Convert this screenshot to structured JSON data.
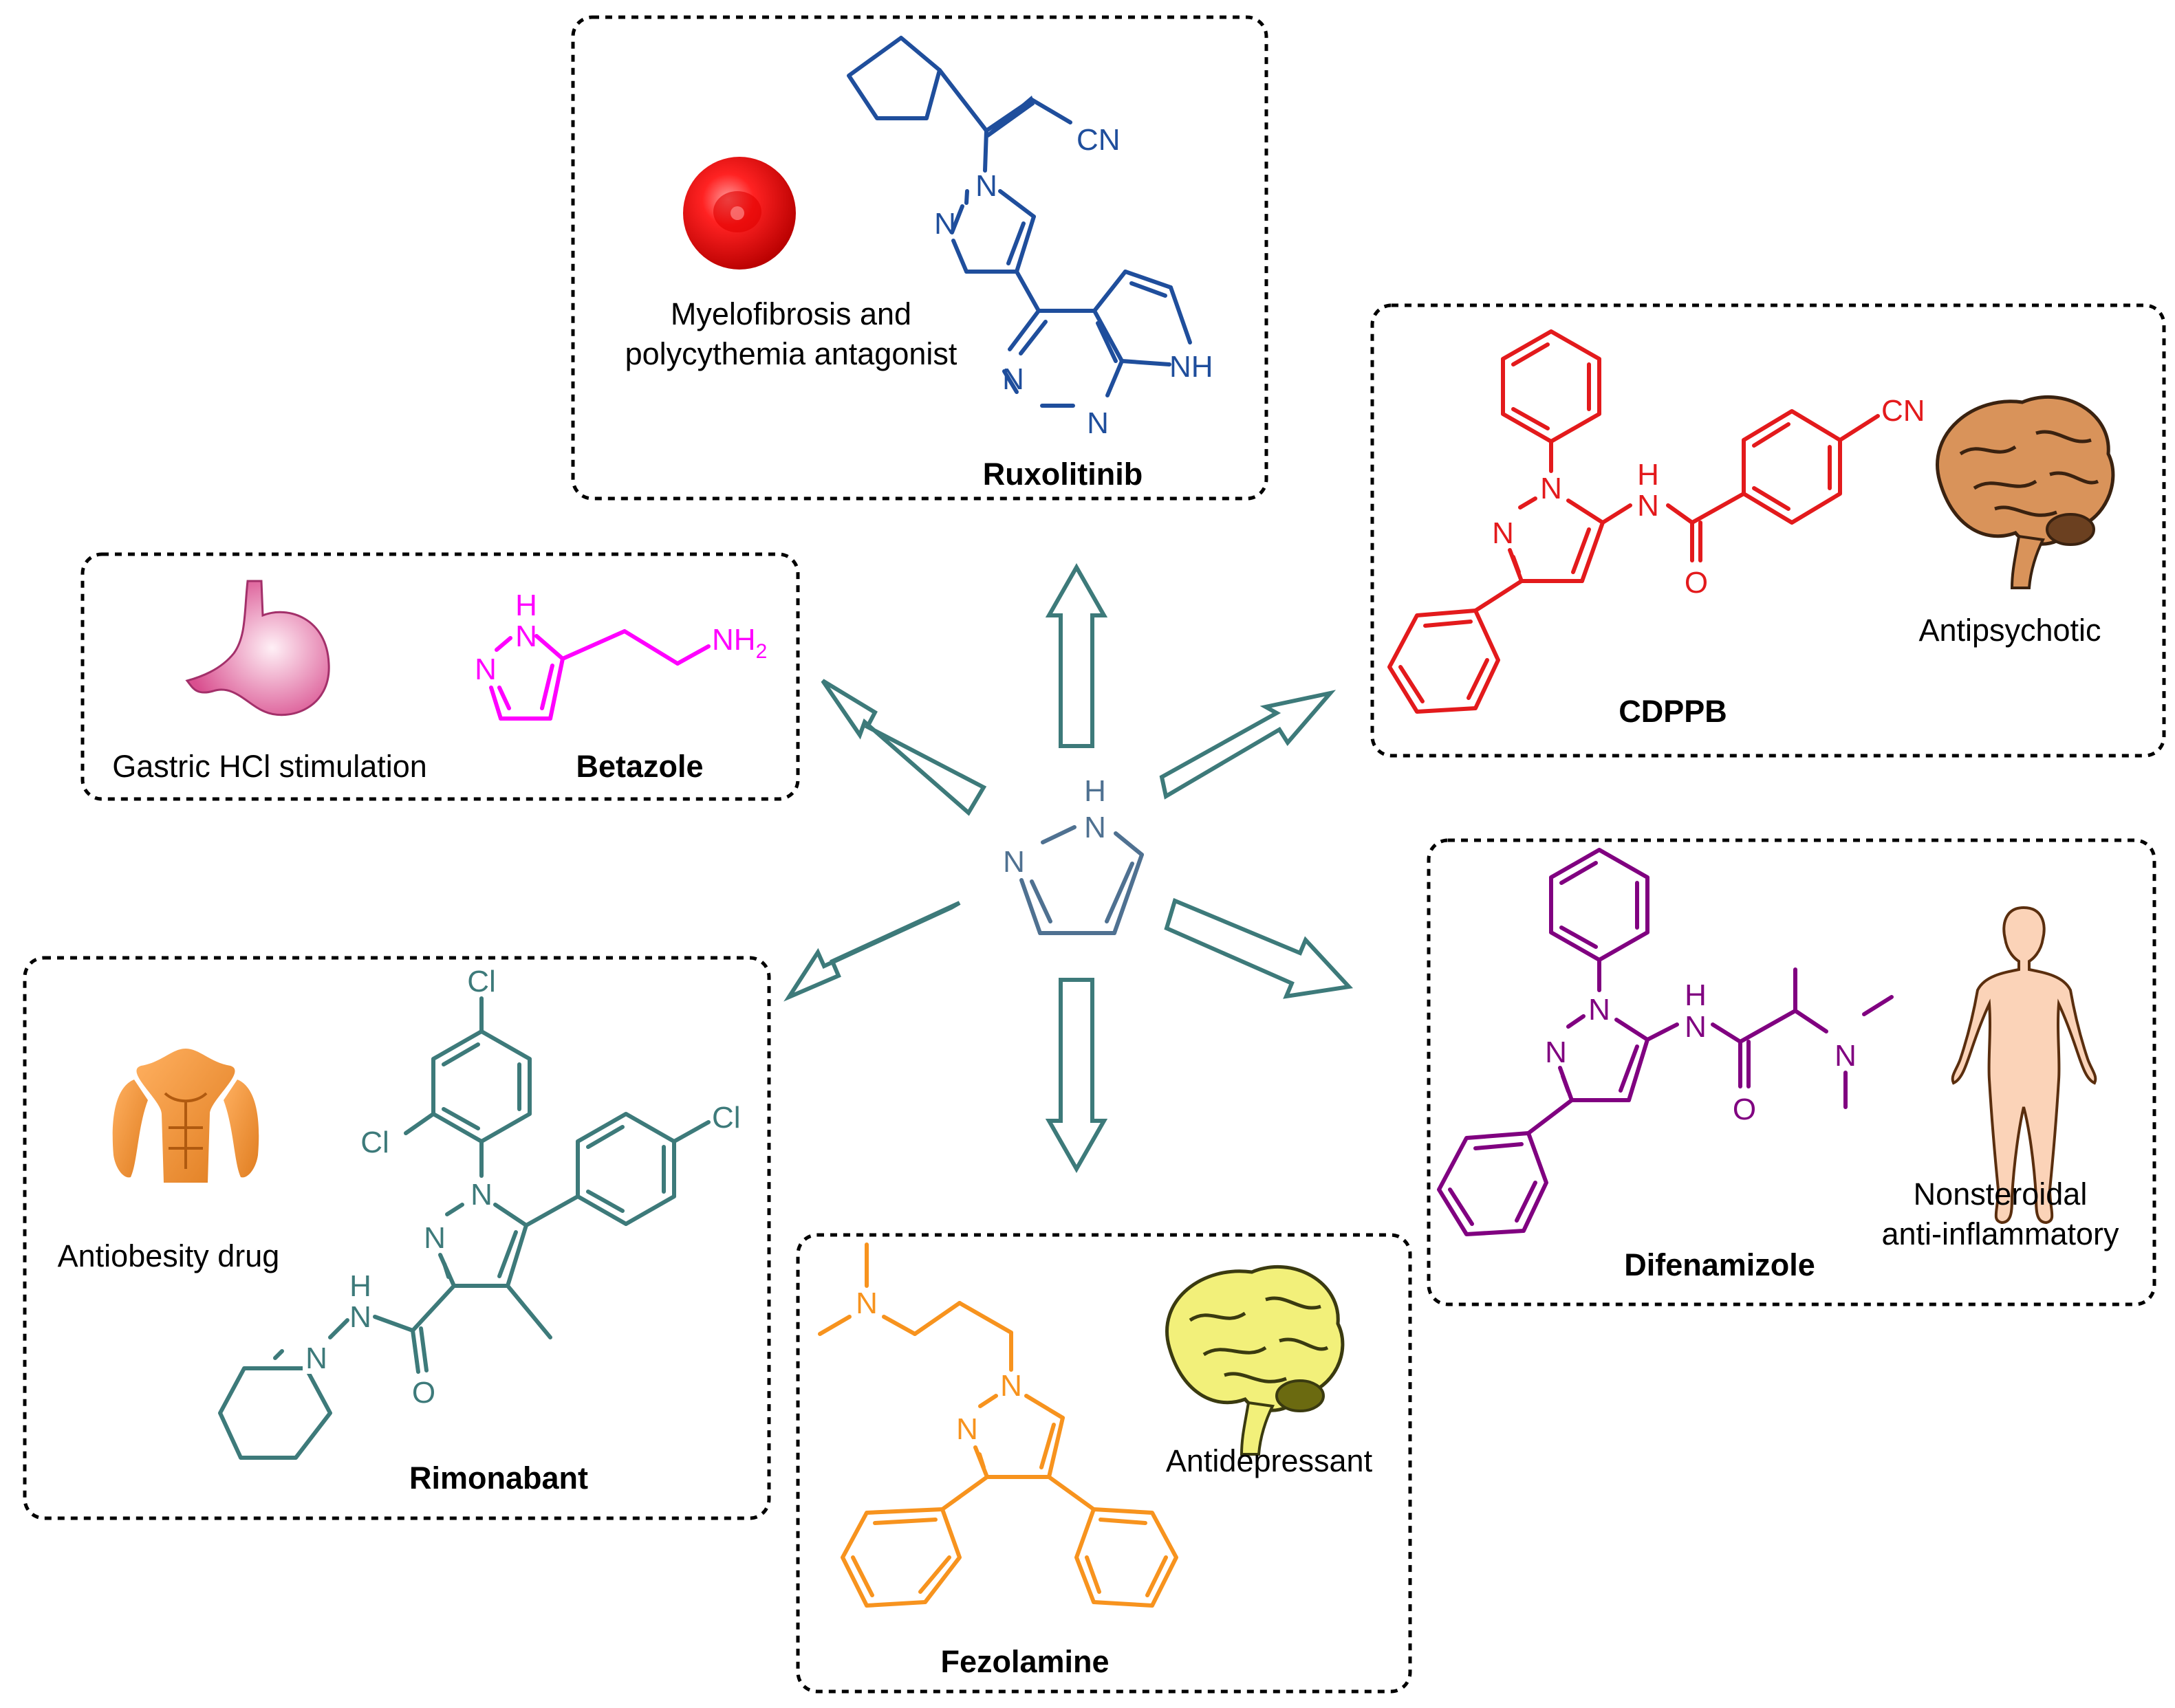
{
  "colors": {
    "core": "#4f7191",
    "arrow": "#3d7a7a",
    "ruxolitinib": "#1f4e9c",
    "cdppb": "#e31a1c",
    "betazole": "#ff00ff",
    "difenamizole": "#800080",
    "rimonabant": "#3d7a7a",
    "fezolamine": "#f7931e"
  },
  "core": {
    "atoms": [
      "H",
      "N",
      "N"
    ]
  },
  "ruxolitinib": {
    "name": "Ruxolitinib",
    "caption_line1": "Myelofibrosis and",
    "caption_line2": "polycythemia antagonist",
    "icon": "blood-cell-icon",
    "atoms": {
      "cn": "CN",
      "n1": "N",
      "n2": "N",
      "n3": "N",
      "n4": "N",
      "nh": "NH"
    }
  },
  "cdppb": {
    "name": "CDPPB",
    "caption": "Antipsychotic",
    "icon": "brain-icon",
    "atoms": {
      "n1": "N",
      "n2": "N",
      "h": "H",
      "n3": "N",
      "o": "O",
      "cn": "CN"
    }
  },
  "betazole": {
    "name": "Betazole",
    "caption": "Gastric HCl stimulation",
    "icon": "stomach-icon",
    "atoms": {
      "h": "H",
      "n1": "N",
      "n2": "N",
      "nh2": "NH",
      "sub2": "2"
    }
  },
  "difenamizole": {
    "name": "Difenamizole",
    "caption_line1": "Nonsteroidal",
    "caption_line2": "anti-inflammatory",
    "icon": "human-body-icon",
    "atoms": {
      "n1": "N",
      "n2": "N",
      "h": "H",
      "n3": "N",
      "o": "O",
      "n4": "N"
    }
  },
  "rimonabant": {
    "name": "Rimonabant",
    "caption": "Antiobesity drug",
    "icon": "torso-icon",
    "atoms": {
      "cl1": "Cl",
      "cl2": "Cl",
      "cl3": "Cl",
      "n1": "N",
      "n2": "N",
      "h": "H",
      "n3": "N",
      "n4": "N",
      "o": "O"
    }
  },
  "fezolamine": {
    "name": "Fezolamine",
    "caption": "Antidepressant",
    "icon": "brain-icon",
    "atoms": {
      "n1": "N",
      "n2": "N",
      "n3": "N"
    }
  }
}
